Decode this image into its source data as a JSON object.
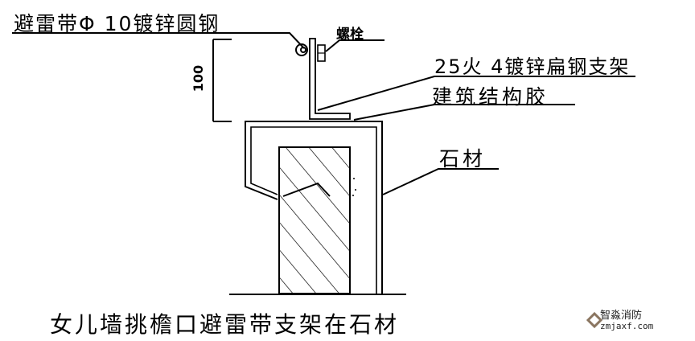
{
  "labels": {
    "lightning_strip": "避雷带Φ 10镀锌圆钢",
    "bolt": "螺栓",
    "bracket": "25火 4镀锌扁钢支架",
    "adhesive": "建筑结构胶",
    "stone": "石材",
    "dimension": "100"
  },
  "caption": "女儿墙挑檐口避雷带支架在石材",
  "watermark": {
    "name": "智淼消防",
    "url": "zmjaxf.com",
    "color": "#8a7560"
  }
}
